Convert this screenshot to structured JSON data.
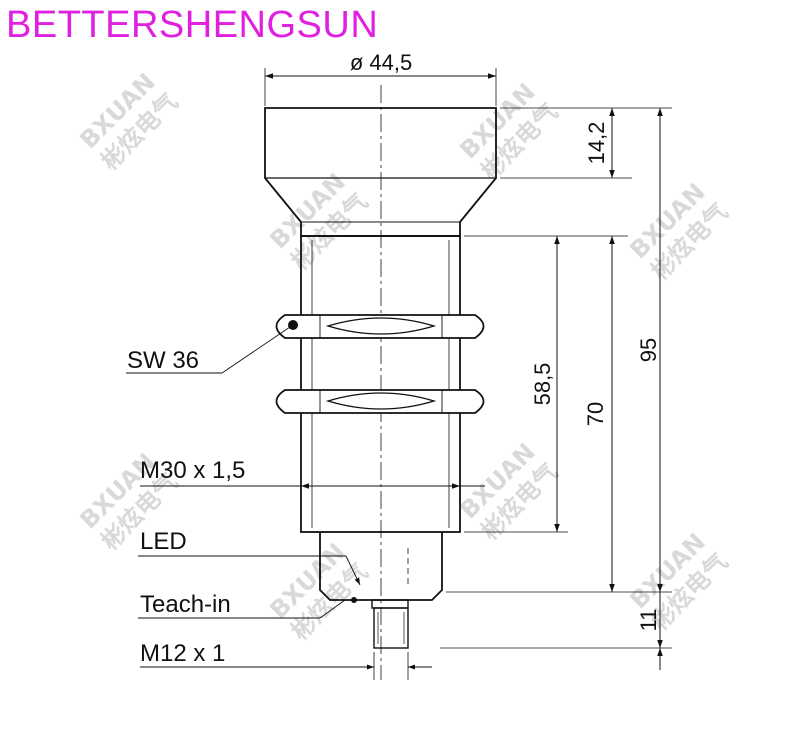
{
  "brand": {
    "text": "BETTERSHENGSUN",
    "color": "#e020e0"
  },
  "watermark": {
    "latin": "BXUAN",
    "cjk": "彬炫电气"
  },
  "dimensions": {
    "top_diameter": "ø 44,5",
    "cap_height": "14,2",
    "thread_length": "58,5",
    "body_length": "70",
    "total_length": "95",
    "connector_length": "11"
  },
  "labels": {
    "wrench": "SW 36",
    "thread": "M30 x 1,5",
    "led": "LED",
    "teach": "Teach-in",
    "connector": "M12 x 1"
  },
  "colors": {
    "line": "#111111",
    "watermark": "#d9d9d9"
  }
}
